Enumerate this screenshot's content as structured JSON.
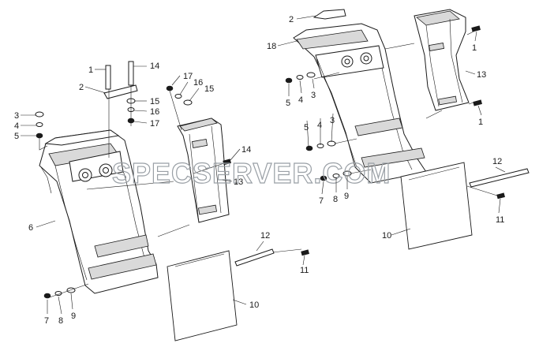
{
  "watermark": "SPECSERVER.COM",
  "callouts_left": {
    "c1": "1",
    "c2": "2",
    "c3": "3",
    "c4": "4",
    "c5": "5",
    "c6": "6",
    "c7": "7",
    "c8": "8",
    "c9": "9",
    "c10": "10",
    "c11": "11",
    "c12": "12",
    "c13": "13",
    "c14a": "14",
    "c14b": "14",
    "c15a": "15",
    "c15b": "15",
    "c16a": "16",
    "c16b": "16",
    "c17a": "17",
    "c17b": "17"
  },
  "callouts_right": {
    "c1a": "1",
    "c1b": "1",
    "c2": "2",
    "c3a": "3",
    "c3b": "3",
    "c4a": "4",
    "c4b": "4",
    "c5a": "5",
    "c5b": "5",
    "c7": "7",
    "c8": "8",
    "c9": "9",
    "c10": "10",
    "c11": "11",
    "c12": "12",
    "c13": "13",
    "c18": "18"
  }
}
